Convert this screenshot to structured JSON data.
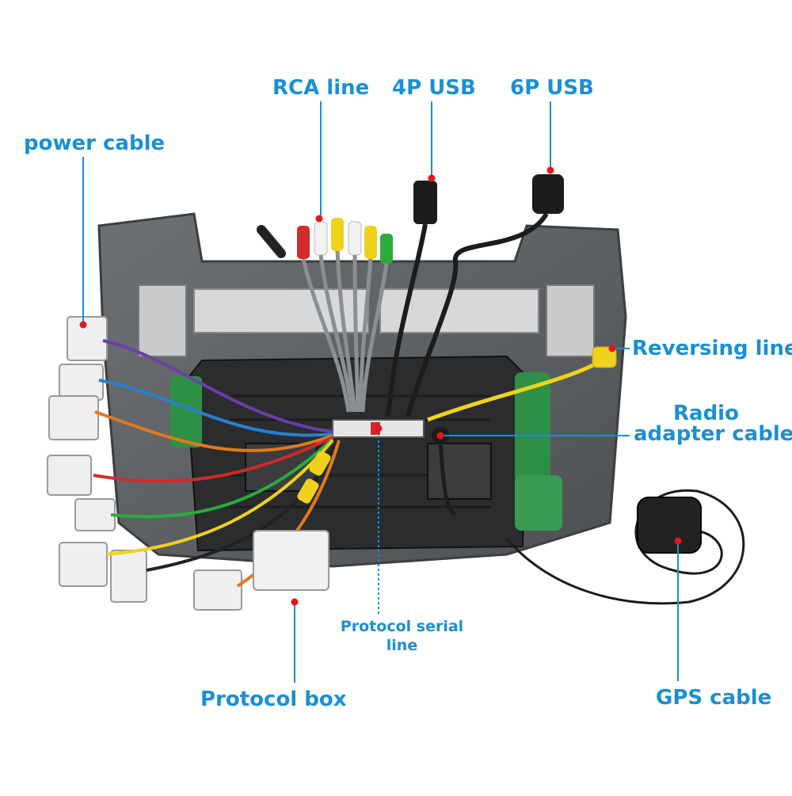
{
  "labels": {
    "rca_line": "RCA line",
    "usb_4p": "4P USB",
    "usb_6p": "6P USB",
    "power_cable": "power cable",
    "reversing_line": "Reversing line",
    "radio_adapter_1": "Radio",
    "radio_adapter_2": "adapter cable",
    "protocol_serial_1": "Protocol serial",
    "protocol_serial_2": "line",
    "protocol_box": "Protocol box",
    "gps_cable": "GPS cable"
  },
  "colors": {
    "label": "#1a8fd4",
    "pointer_dot": "#e8141e",
    "frame": "#5d6063",
    "board_green": "#2f8f46"
  }
}
